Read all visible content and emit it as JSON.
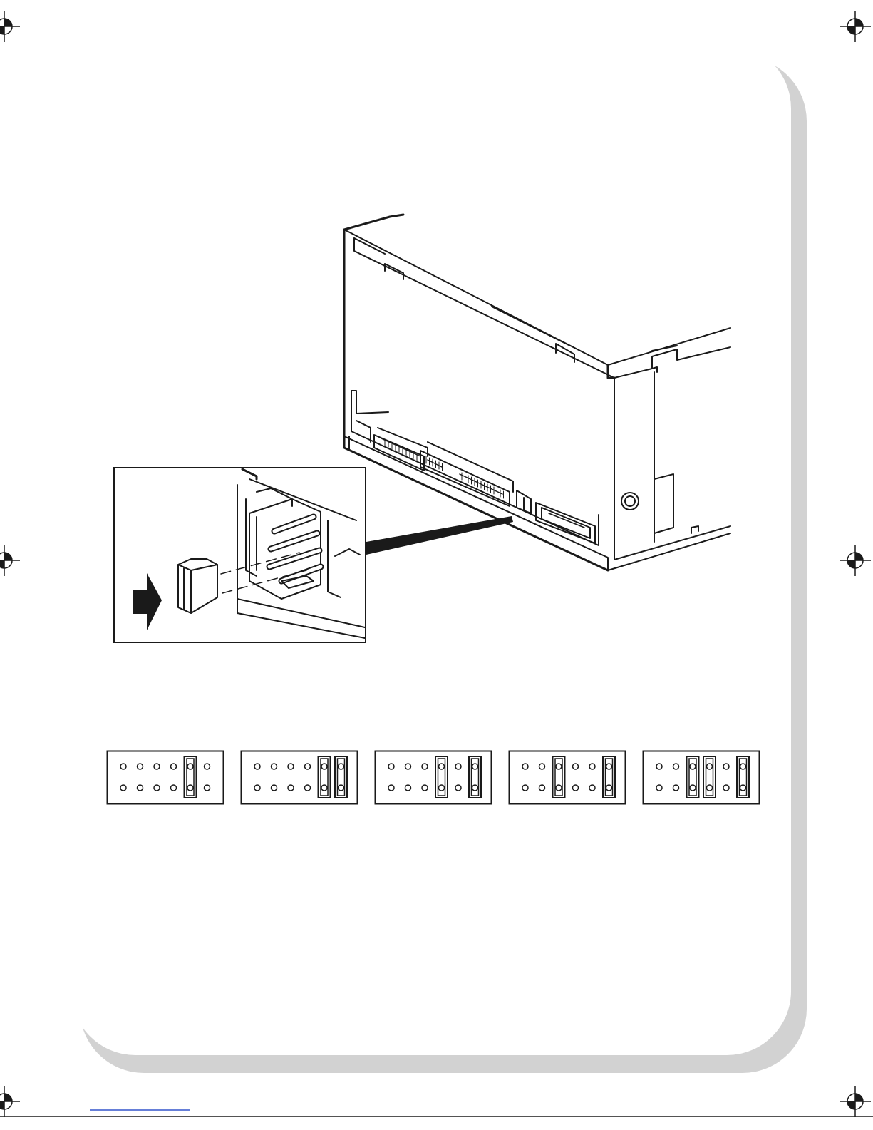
{
  "page": {
    "background": "#ffffff",
    "panel_fill": "#ffffff",
    "panel_shadow": "#d2d2d2",
    "ink": "#1a1a1a",
    "footer_line": "#1a1a1a",
    "footer_link_color": "#3355cc"
  },
  "icons": {
    "registration_mark": "registration-mark-icon",
    "insert_arrow": "arrow-right-icon"
  },
  "figures": {
    "drive_illustration": "rear-of-optical-drive-with-connectors",
    "inset_detail": "jumper-being-inserted-on-pin-header"
  },
  "jumper_settings": [
    {
      "columns": 6,
      "jumpered_columns": [
        5
      ]
    },
    {
      "columns": 6,
      "jumpered_columns": [
        5,
        6
      ]
    },
    {
      "columns": 6,
      "jumpered_columns": [
        4,
        6
      ]
    },
    {
      "columns": 6,
      "jumpered_columns": [
        3,
        6
      ]
    },
    {
      "columns": 6,
      "jumpered_columns": [
        3,
        4,
        6
      ]
    }
  ]
}
